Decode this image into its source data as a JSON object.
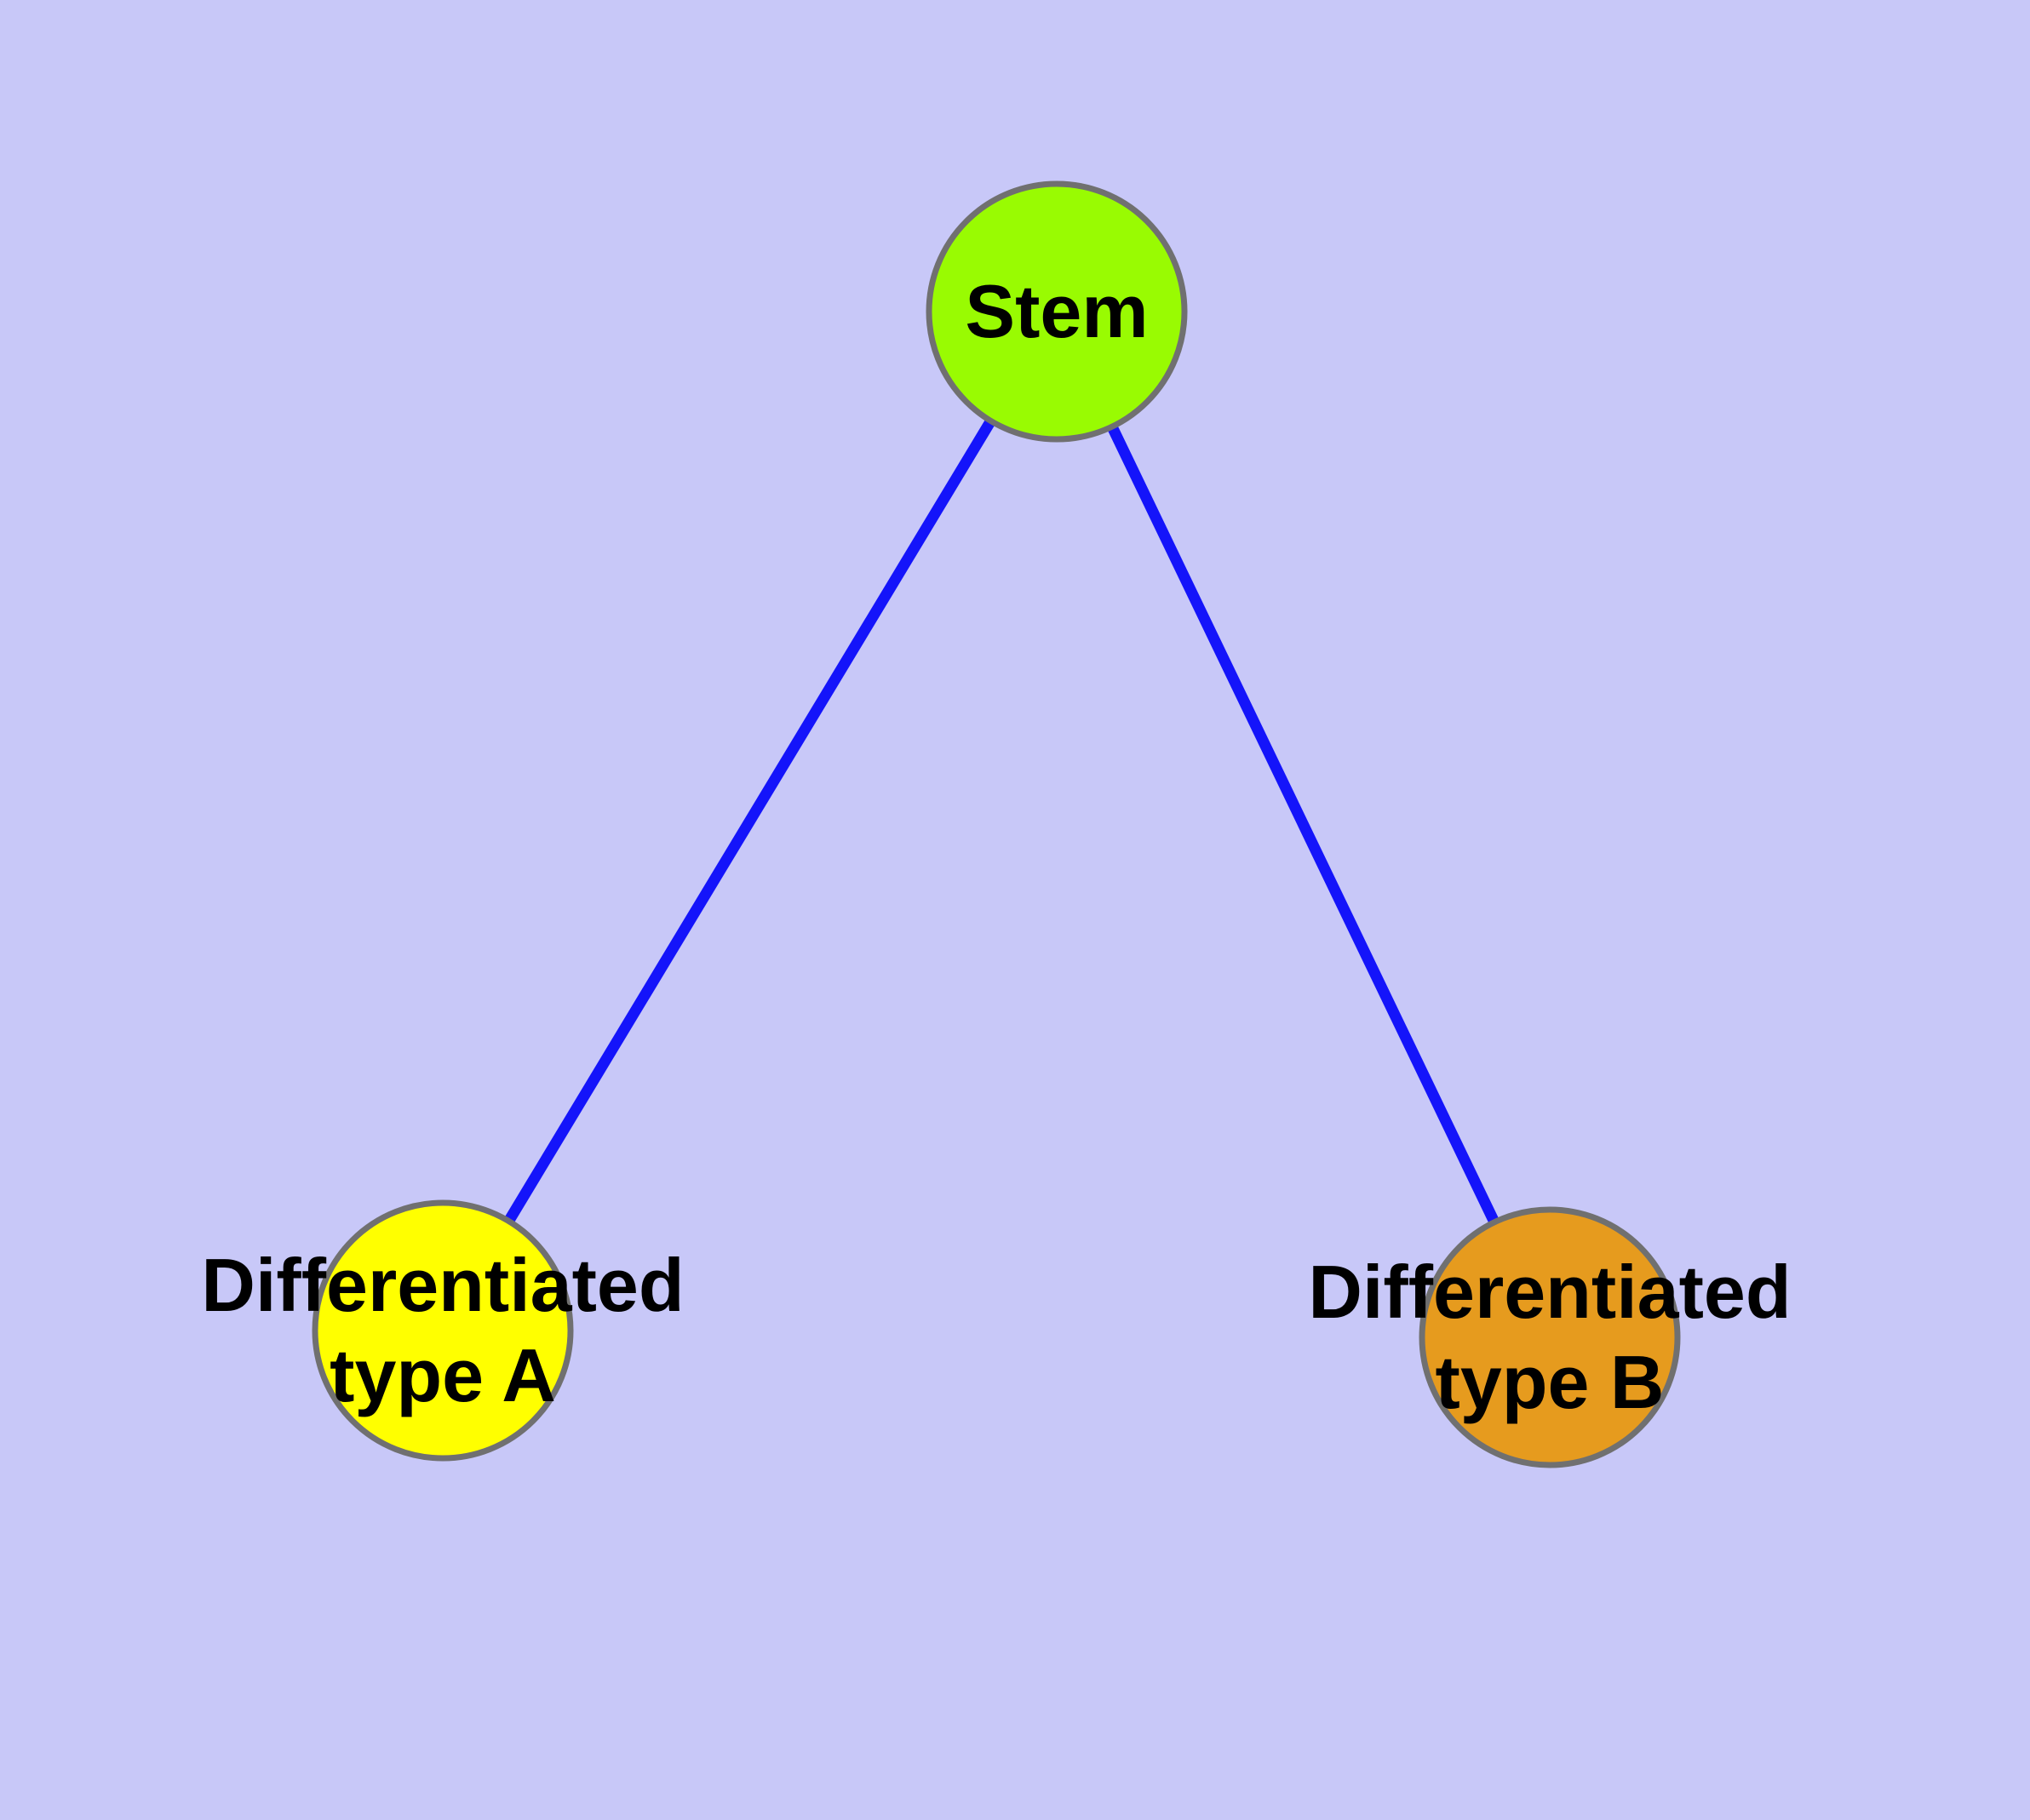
{
  "diagram": {
    "type": "graph",
    "background_color": "#c8c8f8",
    "edge_color": "#1414fa",
    "node_border_color": "#707070",
    "text_color": "#000000",
    "nodes": [
      {
        "id": "stem",
        "label_line1": "Stem",
        "label_line2": "",
        "fill": "#99fb02"
      },
      {
        "id": "diff-a",
        "label_line1": "Differentiated",
        "label_line2": "type A",
        "fill": "#ffff00"
      },
      {
        "id": "diff-b",
        "label_line1": "Differentiated",
        "label_line2": "type B",
        "fill": "#e69b1e"
      }
    ],
    "edges": [
      {
        "from": "Stem",
        "to": "Differentiated type A"
      },
      {
        "from": "Stem",
        "to": "Differentiated type B"
      }
    ]
  }
}
